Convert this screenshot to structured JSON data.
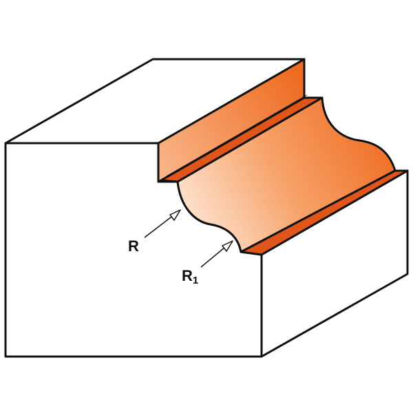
{
  "colors": {
    "background": "#ffffff",
    "outline": "#111111",
    "block_face": "#ffffff",
    "profile_light": "#fde3cf",
    "profile_mid": "#f7a36a",
    "profile_dark": "#ee6a1f",
    "profile_shadow": "#e0561a"
  },
  "labels": {
    "r": {
      "main": "R",
      "sub": ""
    },
    "r1": {
      "main": "R",
      "sub": "1"
    }
  },
  "icons": {
    "arrow": "hollow-triangle-arrowhead"
  }
}
